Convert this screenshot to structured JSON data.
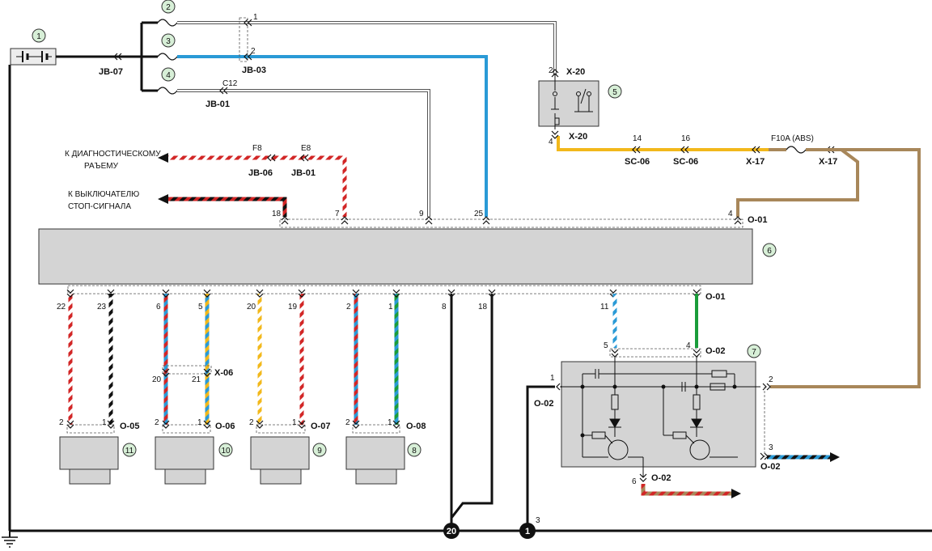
{
  "callouts": [
    "1",
    "2",
    "3",
    "4",
    "5",
    "6",
    "7",
    "8",
    "9",
    "10",
    "11"
  ],
  "nodes": {
    "n20": "20",
    "n1": "1",
    "n1_pin": "3"
  },
  "connectors": {
    "jb07": "JB-07",
    "jb03": "JB-03",
    "jb01_top": "JB-01",
    "c12": "C12",
    "jb06": "JB-06",
    "jb01_mid": "JB-01",
    "f8": "F8",
    "e8": "E8",
    "x20_top": "X-20",
    "x20_bot": "X-20",
    "sc06_a": "SC-06",
    "sc06_b": "SC-06",
    "x17_a": "X-17",
    "x17_b": "X-17",
    "fuse_abs": "F10A (ABS)",
    "o01_top": "O-01",
    "o01_bot": "O-01",
    "o02_top": "O-02",
    "o02_left": "O-02",
    "o02_right": "O-02",
    "o02_bot": "O-02",
    "x06": "X-06",
    "o05": "O-05",
    "o06": "O-06",
    "o07": "O-07",
    "o08": "O-08"
  },
  "pins": {
    "p_fuse2": "1",
    "p_fuse3": "2",
    "x20_in": "2",
    "x20_out": "4",
    "sc_14": "14",
    "sc_16": "16",
    "ecu_top": [
      "18",
      "7",
      "9",
      "25",
      "4"
    ],
    "ecu_bot": [
      "22",
      "23",
      "6",
      "5",
      "20",
      "19",
      "2",
      "1",
      "8",
      "18",
      "11"
    ],
    "relay_top": [
      "5",
      "4"
    ],
    "relay_left": "1",
    "relay_right": "2",
    "relay_rb": "3",
    "relay_bottom": "6",
    "x06_a": "20",
    "x06_b": "21",
    "sensors": [
      "2",
      "1",
      "2",
      "1",
      "2",
      "1",
      "2",
      "1"
    ]
  },
  "labels": {
    "diag_line1": "К ДИАГНОСТИЧЕСКОМУ",
    "diag_line2": "РАЪЕМУ",
    "stop_line1": "К ВЫКЛЮЧАТЕЛЮ",
    "stop_line2": "СТОП-СИГНАЛА"
  },
  "colors": {
    "blue": "#2a9ad6",
    "yellow": "#f2b81b",
    "brown": "#a8875a",
    "green": "#1a9c3a",
    "red": "#d22626",
    "box": "#d4d4d4",
    "callout": "#d7efd7"
  }
}
